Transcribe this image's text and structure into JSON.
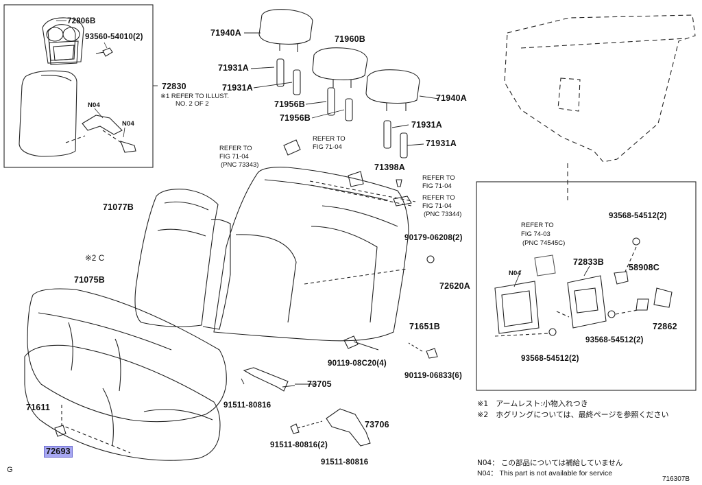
{
  "labels": {
    "l72806B": "72806B",
    "l93560": "93560-54010(2)",
    "l72830": "72830",
    "n1a": "※1 REFER TO ILLUST.",
    "n1b": "NO. 2 OF 2",
    "n04a": "N04",
    "n04b": "N04",
    "l71940A_1": "71940A",
    "l71960B": "71960B",
    "l71931A_1": "71931A",
    "l71931A_2": "71931A",
    "l71956B_1": "71956B",
    "l71956B_2": "71956B",
    "l71940A_2": "71940A",
    "l71931A_3": "71931A",
    "l71931A_4": "71931A",
    "ref1a": "REFER TO",
    "ref1b": "FIG 71-04",
    "ref2a": "REFER TO",
    "ref2b": "FIG 71-04",
    "ref2c": "(PNC 73343)",
    "l71398A": "71398A",
    "ref3a": "REFER TO",
    "ref3b": "FIG 71-04",
    "ref4a": "REFER TO",
    "ref4b": "FIG 71-04",
    "ref4c": "(PNC 73344)",
    "l71077B": "71077B",
    "l2c": "※2 C",
    "l71075B": "71075B",
    "l71611": "71611",
    "l72693": "72693",
    "l90179": "90179-06208(2)",
    "l72620A": "72620A",
    "l71651B": "71651B",
    "l90119a": "90119-08C20(4)",
    "l90119b": "90119-06833(6)",
    "l73705": "73705",
    "l91511a": "91511-80816",
    "l73706": "73706",
    "l91511b": "91511-80816(2)",
    "l91511c": "91511-80816",
    "ref5a": "REFER TO",
    "ref5b": "FIG 74-03",
    "ref5c": "(PNC 74545C)",
    "l93568a": "93568-54512(2)",
    "n04c": "N04",
    "l72833B": "72833B",
    "l58908C": "58908C",
    "l72862": "72862",
    "l93568b": "93568-54512(2)",
    "l93568c": "93568-54512(2)"
  },
  "footer": {
    "note1": "※1　アームレスト:小物入れつき",
    "note2": "※2　ホグリングについては、最終ページを参照ください",
    "n04_jp": "N04：  この部品については補給していません",
    "n04_en": "N04：  This part is not available for service",
    "left_code": "G",
    "fig_code": "716307B"
  }
}
